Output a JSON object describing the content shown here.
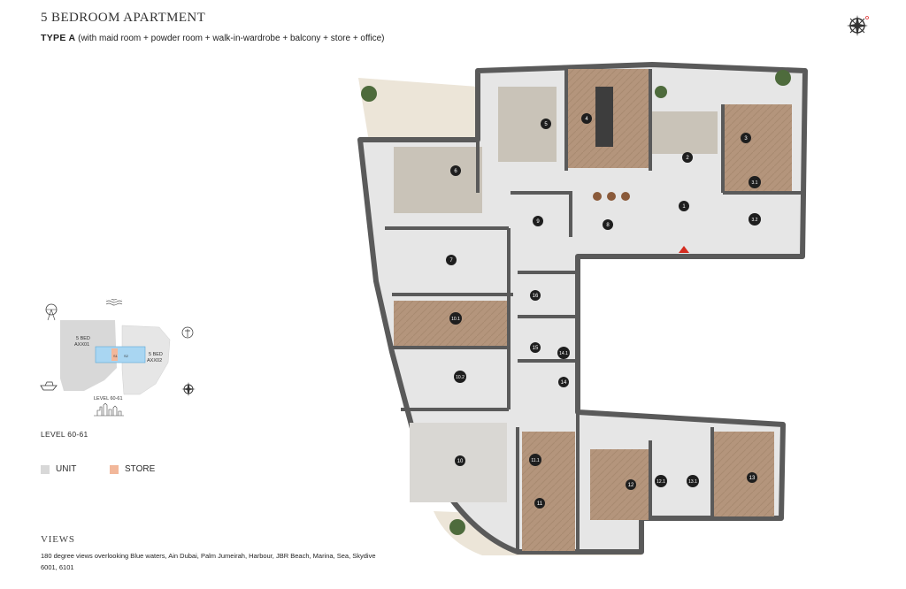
{
  "header": {
    "title": "5 BEDROOM APARTMENT",
    "type_label": "TYPE A",
    "type_description": "(with maid room + powder room + walk-in-wardrobe + balcony + store + office)"
  },
  "keyplan": {
    "unit_left": "5 BED",
    "unit_left_code": "AXX01",
    "unit_right": "5 BED",
    "unit_right_code": "AXX02",
    "store_s1": "S1",
    "store_s2": "S2",
    "level_caption": "LEVEL 60-61"
  },
  "level_label": "LEVEL 60-61",
  "legend": {
    "unit_label": "UNIT",
    "unit_color": "#d8d8d8",
    "store_label": "STORE",
    "store_color": "#f2b79a"
  },
  "views": {
    "heading": "VIEWS",
    "description": "180 degree views overlooking Blue waters, Ain Dubai, Palm Jumeirah, Harbour, JBR Beach, Marina, Sea, Skydive",
    "units": "6001, 6101"
  },
  "rooms": [
    "1",
    "2",
    "3",
    "3.1",
    "3.2",
    "4",
    "5",
    "6",
    "7",
    "8",
    "9",
    "10",
    "10.1",
    "10.2",
    "11",
    "11.1",
    "12",
    "12.1",
    "13",
    "13.1",
    "14",
    "14.1",
    "15",
    "16"
  ],
  "icons": [
    "compass-rose-icon",
    "ferris-wheel-icon",
    "water-waves-icon",
    "palm-tree-icon",
    "yacht-icon",
    "skyline-icon",
    "entrance-arrow-icon"
  ]
}
